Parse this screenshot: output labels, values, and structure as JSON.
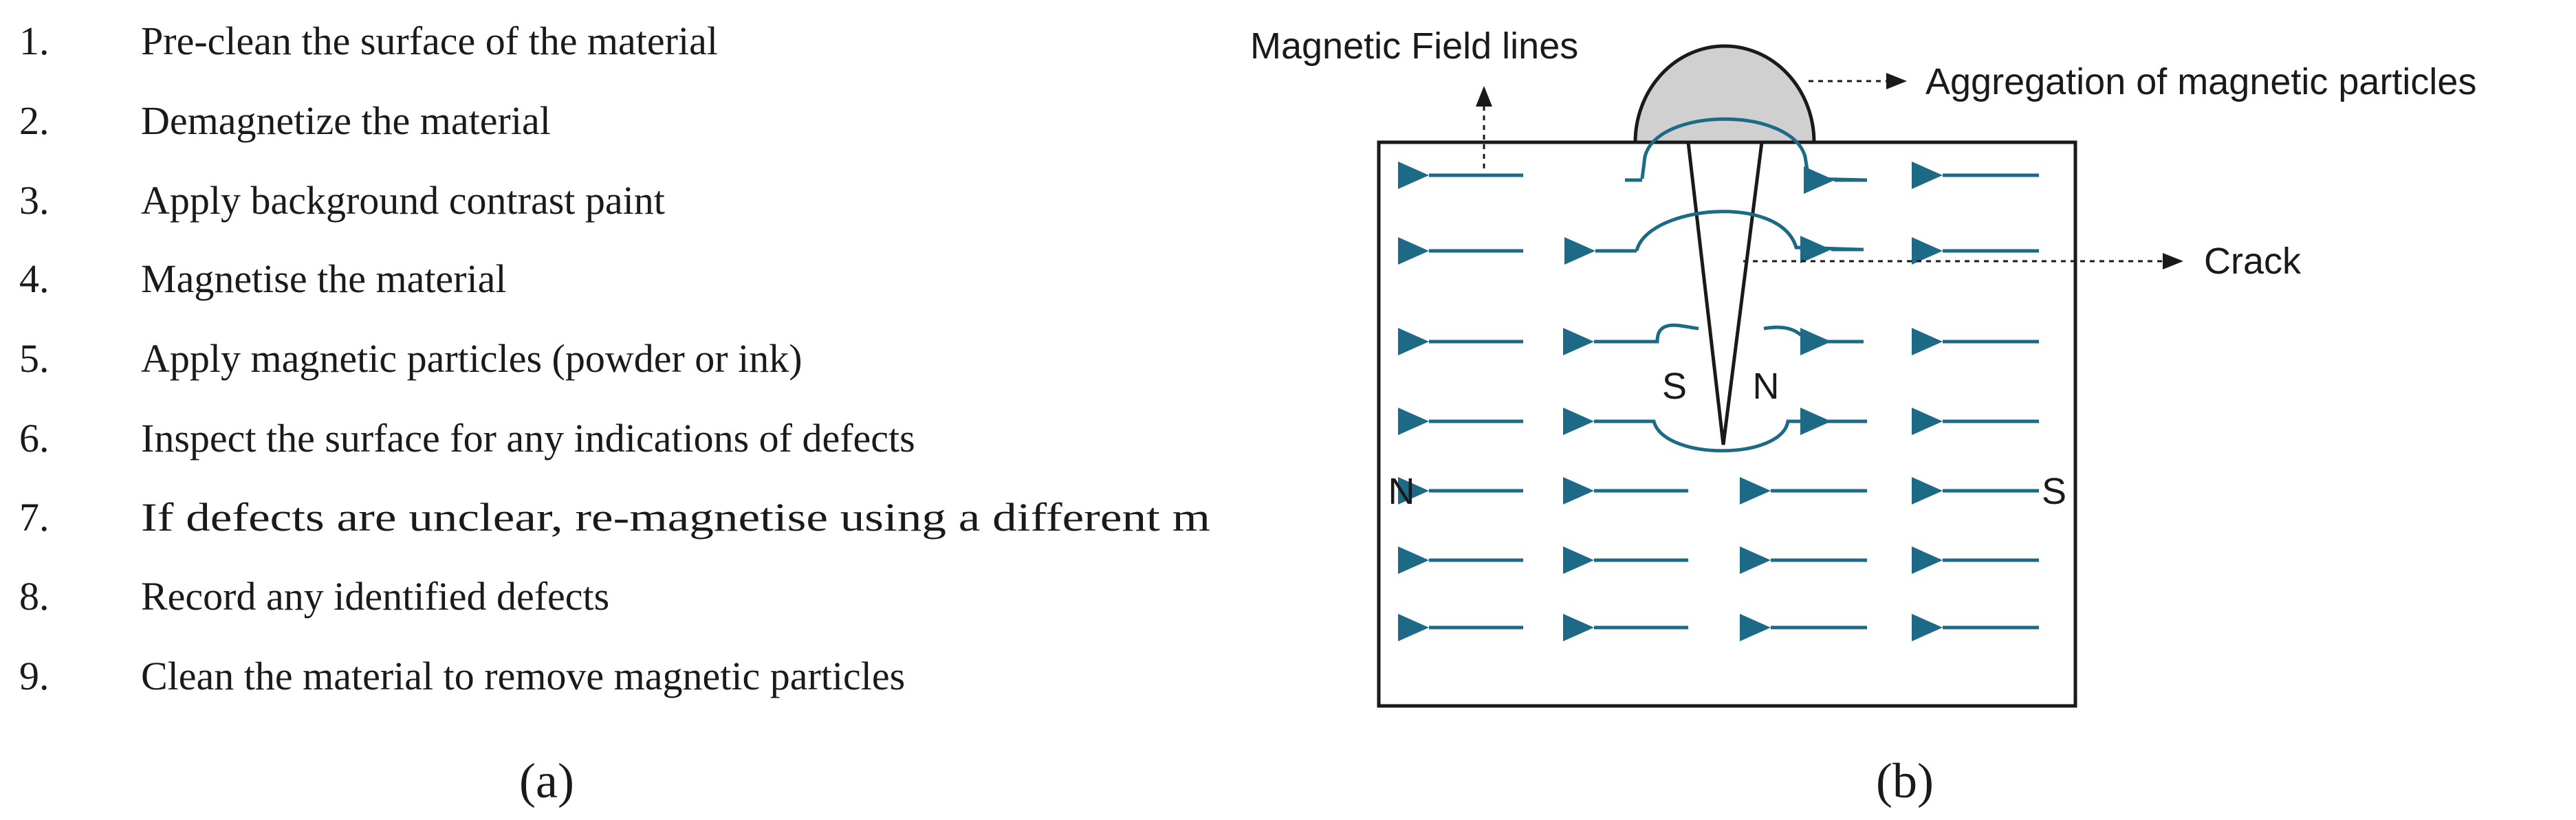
{
  "panel_a": {
    "label": "(a)",
    "steps": [
      {
        "num": "1.",
        "text": "Pre-clean the surface of the material"
      },
      {
        "num": "2.",
        "text": "Demagnetize the material"
      },
      {
        "num": "3.",
        "text": "Apply background contrast paint"
      },
      {
        "num": "4.",
        "text": "Magnetise the material"
      },
      {
        "num": "5.",
        "text": "Apply magnetic particles (powder or ink)"
      },
      {
        "num": "6.",
        "text": "Inspect the surface for any indications of defects"
      },
      {
        "num": "7.",
        "text": "If defects are unclear, re-magnetise using a different m"
      },
      {
        "num": "8.",
        "text": "Record any identified defects"
      },
      {
        "num": "9.",
        "text": "Clean the material to remove magnetic particles"
      }
    ]
  },
  "panel_b": {
    "label": "(b)",
    "annotations": {
      "field_lines": "Magnetic Field lines",
      "aggregation": "Aggregation of magnetic particles",
      "crack": "Crack"
    },
    "poles": {
      "left": "N",
      "right": "S",
      "crack_left": "S",
      "crack_right": "N"
    },
    "colors": {
      "field_line": "#1c6a86",
      "outline": "#1a1a1a",
      "particles": "#d0d0d0"
    }
  }
}
